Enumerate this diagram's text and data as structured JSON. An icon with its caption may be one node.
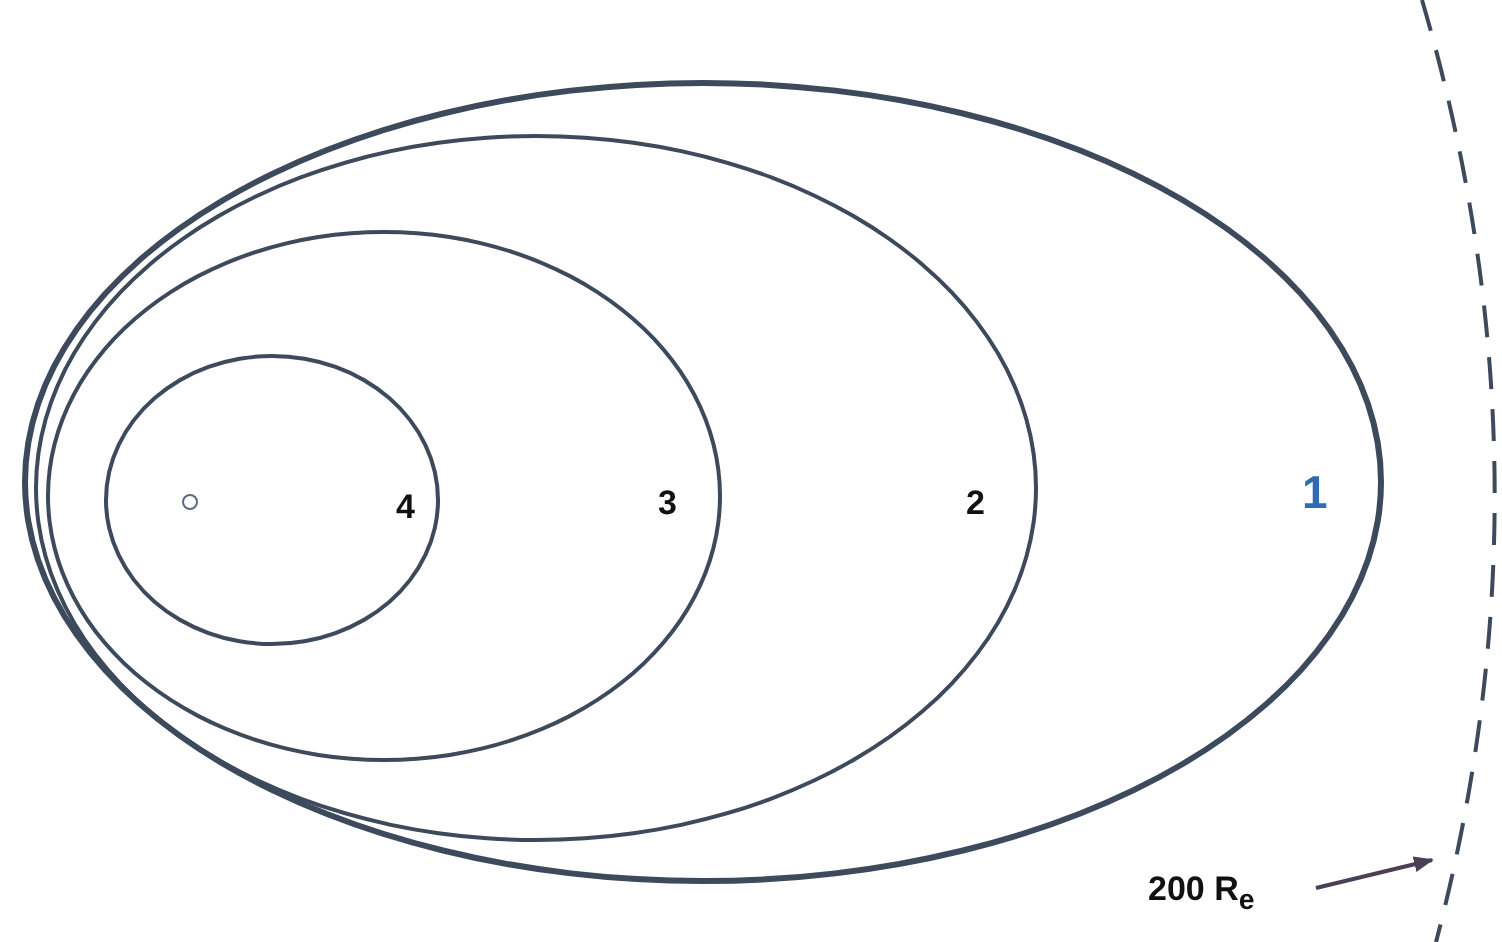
{
  "diagram": {
    "nodes": [
      {
        "text": [
          "1"
        ]
      },
      {
        "text": [
          "2"
        ],
        "in": 0
      },
      {
        "text": [
          "3"
        ],
        "in": 1
      },
      {
        "text": [
          "4"
        ],
        "in": 2
      },
      {
        "text": [],
        "shape": "circle",
        "in": 3
      },
      {
        "text": [
          "200 R$_{e}$"
        ]
      },
      {
        "text": [],
        "shape": "arc"
      }
    ],
    "edges": [
      {
        "from": 5,
        "to": 6,
        "arrow": "to"
      }
    ]
  }
}
